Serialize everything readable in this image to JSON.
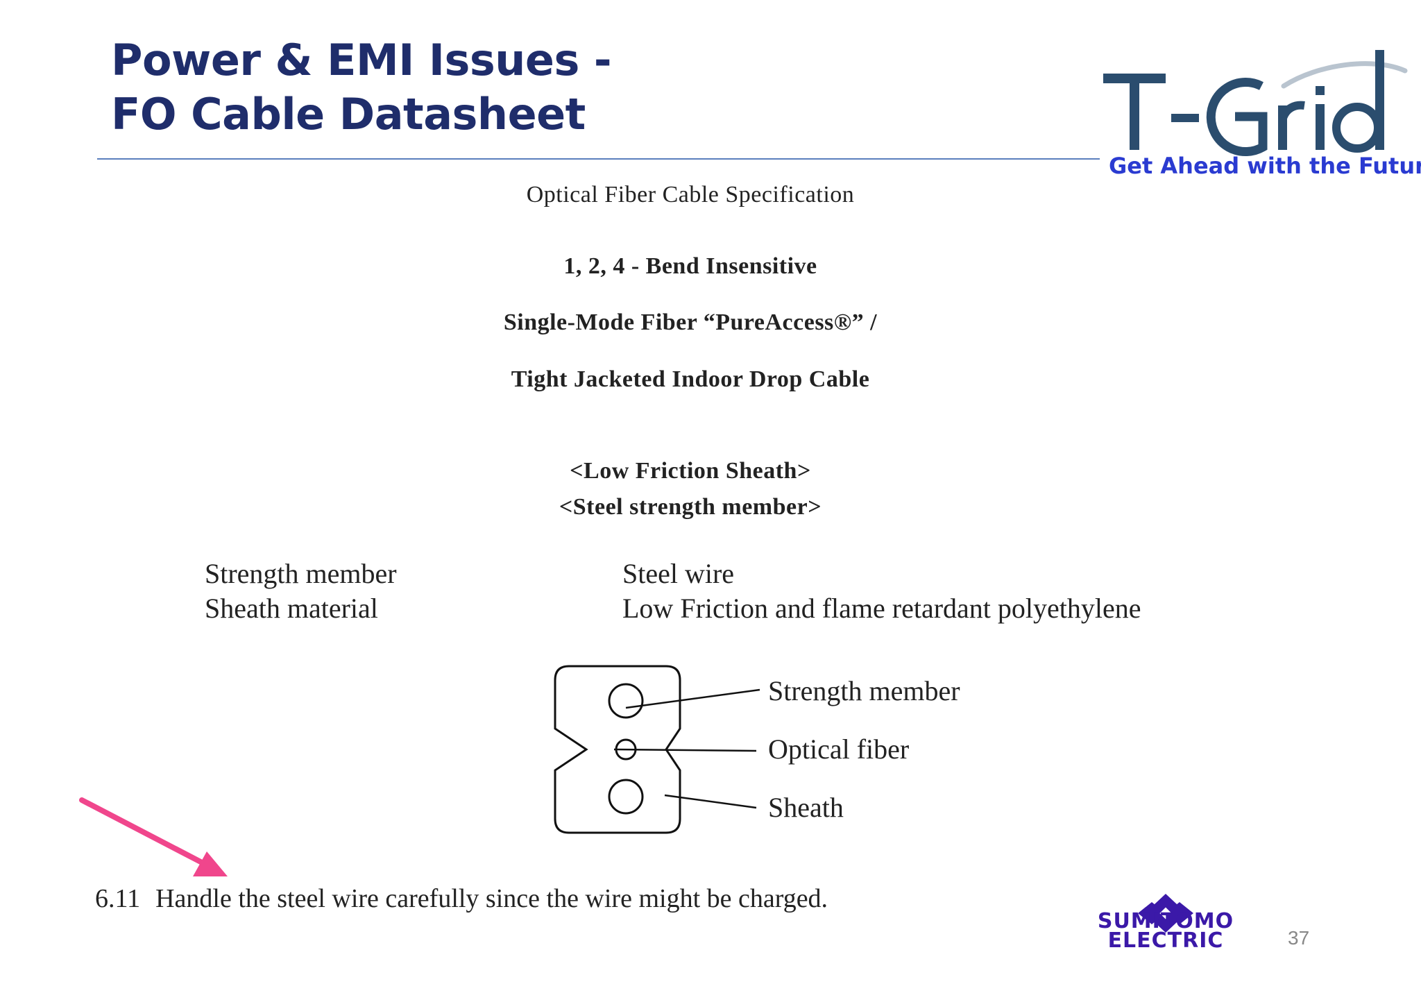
{
  "header": {
    "title_line1": "Power & EMI Issues -",
    "title_line2": "FO Cable Datasheet",
    "logo_text": "T-Grid",
    "tagline": "Get Ahead with the Future"
  },
  "spec": {
    "heading": "Optical Fiber Cable Specification",
    "line1": "1, 2, 4 - Bend Insensitive",
    "line2": "Single-Mode Fiber “PureAccess®” /",
    "line3": "Tight Jacketed Indoor Drop Cable",
    "line4": "<Low Friction Sheath>",
    "line5": "<Steel strength member>",
    "rows": [
      {
        "key": "Strength member",
        "value": "Steel wire"
      },
      {
        "key": "Sheath material",
        "value": "Low Friction and flame retardant  polyethylene"
      }
    ]
  },
  "diagram": {
    "labels": [
      "Strength member",
      "Optical fiber",
      "Sheath"
    ]
  },
  "note": {
    "number": "6.11",
    "text": "Handle the steel wire carefully since the wire might be charged."
  },
  "footer": {
    "brand_line1": "SUMITOMO",
    "brand_line2": "ELECTRIC",
    "page_number": "37"
  },
  "colors": {
    "title": "#1f2d6b",
    "tagline": "#2a3bd1",
    "logo": "#2b4d6e",
    "arrow": "#f0468c",
    "sumitomo": "#3b19a8"
  }
}
